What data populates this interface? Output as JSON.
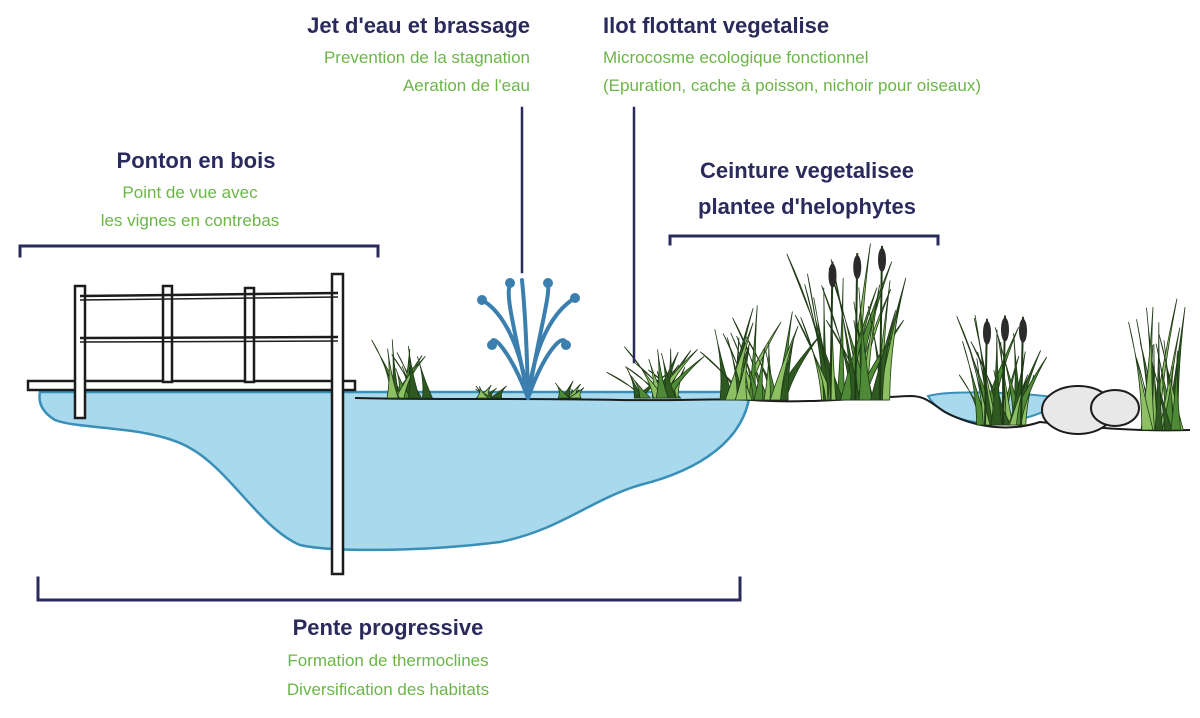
{
  "colors": {
    "title": "#2a2a5c",
    "subtitle": "#6cb548",
    "water": "#a8d9ec",
    "water_edge": "#3a8fb8",
    "ground_line": "#1c1c1c",
    "bracket": "#2a2a5c",
    "plant_dark": "#2e5a22",
    "plant_mid": "#4f8a37",
    "plant_light": "#8cc063",
    "fountain": "#3b7fae",
    "rock": "#e8e8e8"
  },
  "labels": {
    "jet": {
      "title": "Jet d'eau et brassage",
      "lines": [
        "Prevention de la stagnation",
        "Aeration de l'eau"
      ]
    },
    "ilot": {
      "title": "Ilot flottant vegetalise",
      "lines": [
        "Microcosme ecologique fonctionnel",
        "(Epuration, cache à poisson, nichoir pour oiseaux)"
      ]
    },
    "ponton": {
      "title": "Ponton en bois",
      "lines": [
        "Point de vue avec",
        "les vignes en contrebas"
      ]
    },
    "ceinture": {
      "title_lines": [
        "Ceinture vegetalisee",
        "plantee d'helophytes"
      ]
    },
    "pente": {
      "title": "Pente progressive",
      "lines": [
        "Formation de thermoclines",
        "Diversification des habitats"
      ]
    }
  }
}
